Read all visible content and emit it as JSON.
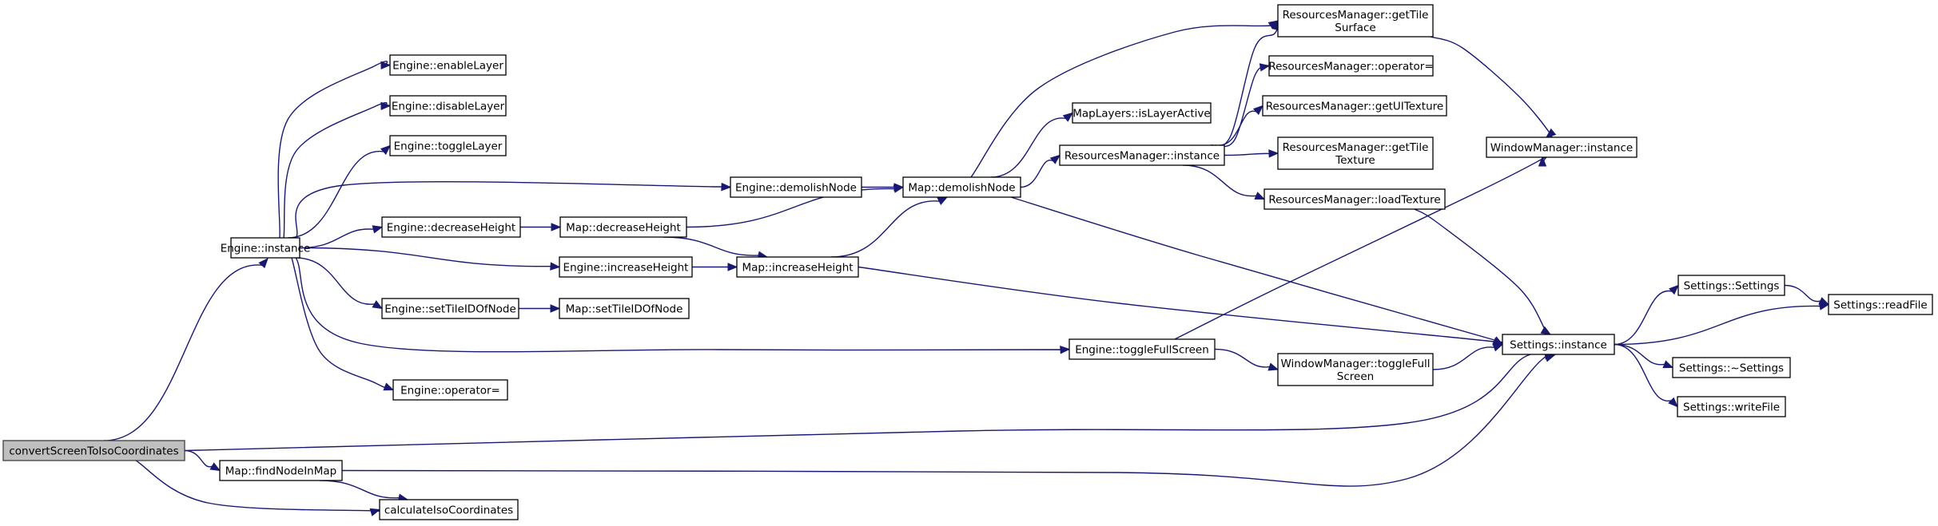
{
  "nodes": [
    {
      "id": "convertScreenToIsoCoordinates",
      "lines": [
        "convertScreenToIsoCoordinates"
      ],
      "root": true
    },
    {
      "id": "Engine::instance",
      "lines": [
        "Engine::instance"
      ]
    },
    {
      "id": "Map::findNodeInMap",
      "lines": [
        "Map::findNodeInMap"
      ]
    },
    {
      "id": "calculateIsoCoordinates",
      "lines": [
        "calculateIsoCoordinates"
      ]
    },
    {
      "id": "Engine::enableLayer",
      "lines": [
        "Engine::enableLayer"
      ]
    },
    {
      "id": "Engine::disableLayer",
      "lines": [
        "Engine::disableLayer"
      ]
    },
    {
      "id": "Engine::toggleLayer",
      "lines": [
        "Engine::toggleLayer"
      ]
    },
    {
      "id": "Engine::demolishNode",
      "lines": [
        "Engine::demolishNode"
      ]
    },
    {
      "id": "Engine::decreaseHeight",
      "lines": [
        "Engine::decreaseHeight"
      ]
    },
    {
      "id": "Engine::increaseHeight",
      "lines": [
        "Engine::increaseHeight"
      ]
    },
    {
      "id": "Engine::setTileIDOfNode",
      "lines": [
        "Engine::setTileIDOfNode"
      ]
    },
    {
      "id": "Engine::operator=",
      "lines": [
        "Engine::operator="
      ]
    },
    {
      "id": "Engine::toggleFullScreen",
      "lines": [
        "Engine::toggleFullScreen"
      ]
    },
    {
      "id": "Map::decreaseHeight",
      "lines": [
        "Map::decreaseHeight"
      ]
    },
    {
      "id": "Map::increaseHeight",
      "lines": [
        "Map::increaseHeight"
      ]
    },
    {
      "id": "Map::setTileIDOfNode",
      "lines": [
        "Map::setTileIDOfNode"
      ]
    },
    {
      "id": "Map::demolishNode",
      "lines": [
        "Map::demolishNode"
      ]
    },
    {
      "id": "MapLayers::isLayerActive",
      "lines": [
        "MapLayers::isLayerActive"
      ]
    },
    {
      "id": "ResourcesManager::instance",
      "lines": [
        "ResourcesManager::instance"
      ]
    },
    {
      "id": "ResourcesManager::getTileSurface",
      "lines": [
        "ResourcesManager::getTile",
        "Surface"
      ]
    },
    {
      "id": "ResourcesManager::operator=",
      "lines": [
        "ResourcesManager::operator="
      ]
    },
    {
      "id": "ResourcesManager::getUITexture",
      "lines": [
        "ResourcesManager::getUITexture"
      ]
    },
    {
      "id": "ResourcesManager::getTileTexture",
      "lines": [
        "ResourcesManager::getTile",
        "Texture"
      ]
    },
    {
      "id": "ResourcesManager::loadTexture",
      "lines": [
        "ResourcesManager::loadTexture"
      ]
    },
    {
      "id": "WindowManager::instance",
      "lines": [
        "WindowManager::instance"
      ]
    },
    {
      "id": "WindowManager::toggleFullScreen",
      "lines": [
        "WindowManager::toggleFull",
        "Screen"
      ]
    },
    {
      "id": "Settings::instance",
      "lines": [
        "Settings::instance"
      ]
    },
    {
      "id": "Settings::Settings",
      "lines": [
        "Settings::Settings"
      ]
    },
    {
      "id": "Settings::readFile",
      "lines": [
        "Settings::readFile"
      ]
    },
    {
      "id": "Settings::~Settings",
      "lines": [
        "Settings::~Settings"
      ]
    },
    {
      "id": "Settings::writeFile",
      "lines": [
        "Settings::writeFile"
      ]
    }
  ],
  "edges": [
    [
      "convertScreenToIsoCoordinates",
      "Engine::instance"
    ],
    [
      "convertScreenToIsoCoordinates",
      "Map::findNodeInMap"
    ],
    [
      "convertScreenToIsoCoordinates",
      "calculateIsoCoordinates"
    ],
    [
      "convertScreenToIsoCoordinates",
      "Settings::instance"
    ],
    [
      "Engine::instance",
      "Engine::enableLayer"
    ],
    [
      "Engine::instance",
      "Engine::disableLayer"
    ],
    [
      "Engine::instance",
      "Engine::toggleLayer"
    ],
    [
      "Engine::instance",
      "Engine::demolishNode"
    ],
    [
      "Engine::instance",
      "Engine::decreaseHeight"
    ],
    [
      "Engine::instance",
      "Engine::increaseHeight"
    ],
    [
      "Engine::instance",
      "Engine::setTileIDOfNode"
    ],
    [
      "Engine::instance",
      "Engine::operator="
    ],
    [
      "Engine::instance",
      "Engine::toggleFullScreen"
    ],
    [
      "Engine::demolishNode",
      "Map::demolishNode"
    ],
    [
      "Engine::decreaseHeight",
      "Map::decreaseHeight"
    ],
    [
      "Engine::increaseHeight",
      "Map::increaseHeight"
    ],
    [
      "Engine::setTileIDOfNode",
      "Map::setTileIDOfNode"
    ],
    [
      "Engine::toggleFullScreen",
      "WindowManager::instance"
    ],
    [
      "Engine::toggleFullScreen",
      "WindowManager::toggleFullScreen"
    ],
    [
      "Map::decreaseHeight",
      "Map::demolishNode"
    ],
    [
      "Map::decreaseHeight",
      "Map::increaseHeight"
    ],
    [
      "Map::increaseHeight",
      "Map::demolishNode"
    ],
    [
      "Map::increaseHeight",
      "Settings::instance"
    ],
    [
      "Map::demolishNode",
      "ResourcesManager::getTileSurface"
    ],
    [
      "Map::demolishNode",
      "MapLayers::isLayerActive"
    ],
    [
      "Map::demolishNode",
      "ResourcesManager::instance"
    ],
    [
      "Map::demolishNode",
      "Settings::instance"
    ],
    [
      "ResourcesManager::instance",
      "ResourcesManager::getTileSurface"
    ],
    [
      "ResourcesManager::instance",
      "ResourcesManager::operator="
    ],
    [
      "ResourcesManager::instance",
      "ResourcesManager::getUITexture"
    ],
    [
      "ResourcesManager::instance",
      "ResourcesManager::getTileTexture"
    ],
    [
      "ResourcesManager::instance",
      "ResourcesManager::loadTexture"
    ],
    [
      "ResourcesManager::getTileSurface",
      "WindowManager::instance"
    ],
    [
      "ResourcesManager::loadTexture",
      "Settings::instance"
    ],
    [
      "WindowManager::toggleFullScreen",
      "Settings::instance"
    ],
    [
      "Map::findNodeInMap",
      "calculateIsoCoordinates"
    ],
    [
      "Map::findNodeInMap",
      "Settings::instance"
    ],
    [
      "Settings::instance",
      "Settings::Settings"
    ],
    [
      "Settings::instance",
      "Settings::readFile"
    ],
    [
      "Settings::instance",
      "Settings::~Settings"
    ],
    [
      "Settings::instance",
      "Settings::writeFile"
    ],
    [
      "Settings::Settings",
      "Settings::readFile"
    ]
  ]
}
